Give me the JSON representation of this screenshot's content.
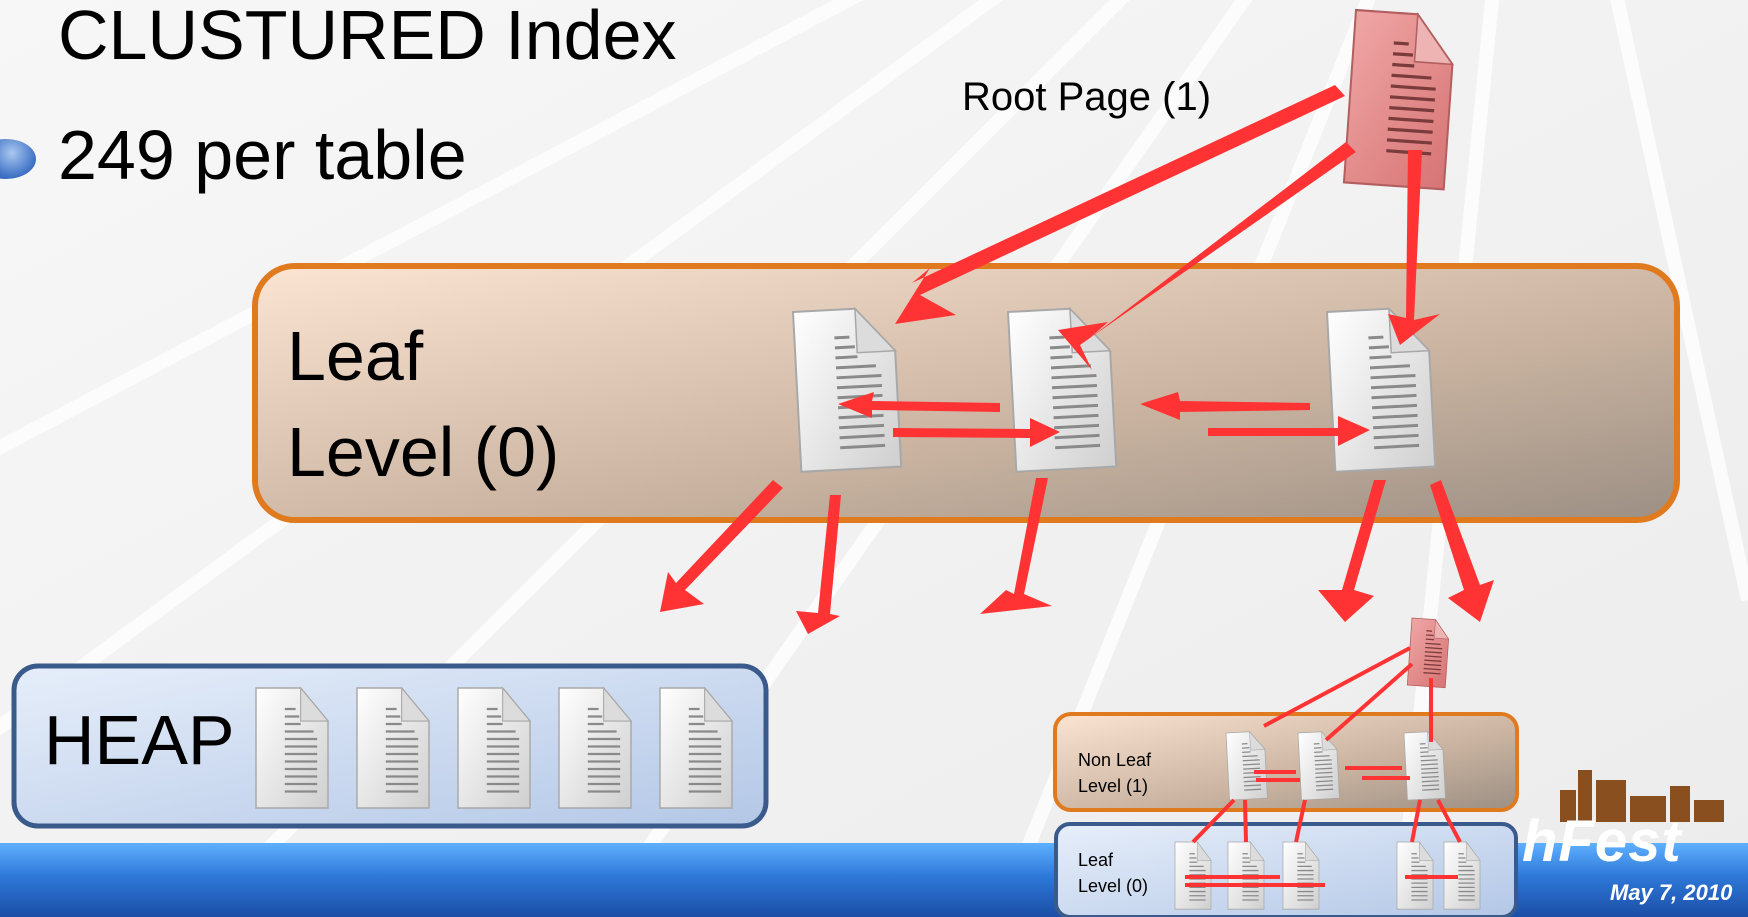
{
  "slide": {
    "title_line": "CLUSTURED Index",
    "bullet": "249 per table"
  },
  "diagram": {
    "root_label": "Root Page (1)",
    "leaf_label_line1": "Leaf",
    "leaf_label_line2": "Level (0)",
    "heap_label": "HEAP",
    "mini": {
      "nonleaf_line1": "Non Leaf",
      "nonleaf_line2": "Level (1)",
      "leaf_line1": "Leaf",
      "leaf_line2": "Level (0)"
    }
  },
  "brand": {
    "name": "hFest",
    "date": "May 7, 2010"
  },
  "colors": {
    "arrow": "#ff3333",
    "leaf_border": "#e07a1f",
    "heap_border": "#3a5a8c",
    "root_page": "#e48a8a",
    "footer_band": "#2b6ed1"
  }
}
